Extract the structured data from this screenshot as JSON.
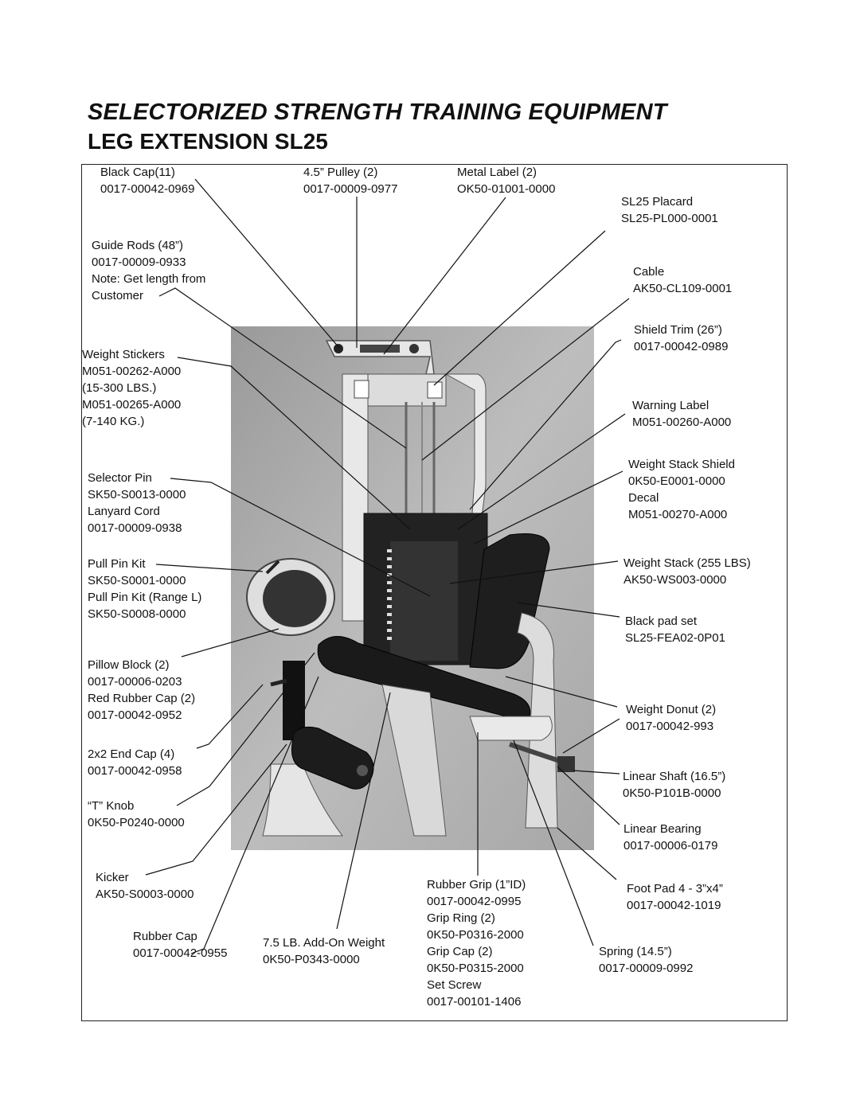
{
  "heading": {
    "line1": "SELECTORIZED STRENGTH TRAINING EQUIPMENT",
    "line2": "LEG EXTENSION SL25"
  },
  "parts": {
    "black_cap": {
      "name": "Black Cap(11)",
      "num": "0017-00042-0969"
    },
    "pulley": {
      "name": "4.5” Pulley (2)",
      "num": "0017-00009-0977"
    },
    "metal_label": {
      "name": "Metal Label (2)",
      "num": "OK50-01001-0000"
    },
    "placard": {
      "name": "SL25 Placard",
      "num": "SL25-PL000-0001"
    },
    "guide_rods": {
      "name": "Guide Rods (48”)",
      "num": "0017-00009-0933",
      "note1": "Note: Get length from",
      "note2": "Customer"
    },
    "cable": {
      "name": "Cable",
      "num": "AK50-CL109-0001"
    },
    "shield_trim": {
      "name": "Shield Trim (26”)",
      "num": "0017-00042-0989"
    },
    "weight_stickers": {
      "name": "Weight Stickers",
      "num1": "M051-00262-A000",
      "range1": "(15-300 LBS.)",
      "num2": "M051-00265-A000",
      "range2": "(7-140 KG.)"
    },
    "warning_label": {
      "name": "Warning Label",
      "num": "M051-00260-A000"
    },
    "weight_stack_shield": {
      "name": "Weight Stack Shield",
      "num": "0K50-E0001-0000",
      "decal": "Decal",
      "decal_num": "M051-00270-A000"
    },
    "selector_pin": {
      "name": "Selector Pin",
      "num": "SK50-S0013-0000",
      "lanyard": "Lanyard Cord",
      "lanyard_num": "0017-00009-0938"
    },
    "pull_pin": {
      "name": "Pull Pin Kit",
      "num": "SK50-S0001-0000",
      "range_l": "Pull Pin Kit (Range L)",
      "range_l_num": "SK50-S0008-0000"
    },
    "weight_stack": {
      "name": "Weight Stack (255 LBS)",
      "num": "AK50-WS003-0000"
    },
    "back_pad": {
      "name": "Black pad set",
      "num": "SL25-FEA02-0P01"
    },
    "pillow_block": {
      "name": "Pillow Block (2)",
      "num": "0017-00006-0203",
      "red_cap": "Red Rubber Cap (2)",
      "red_cap_num": "0017-00042-0952"
    },
    "weight_donut": {
      "name": "Weight Donut (2)",
      "num": "0017-00042-993"
    },
    "end_cap": {
      "name": "2x2 End Cap (4)",
      "num": "0017-00042-0958"
    },
    "linear_shaft": {
      "name": "Linear Shaft (16.5”)",
      "num": "0K50-P101B-0000"
    },
    "t_knob": {
      "name": "“T” Knob",
      "num": "0K50-P0240-0000"
    },
    "linear_bearing": {
      "name": "Linear Bearing",
      "num": "0017-00006-0179"
    },
    "kicker": {
      "name": "Kicker",
      "num": "AK50-S0003-0000"
    },
    "rubber_grip": {
      "name": "Rubber Grip (1”ID)",
      "num": "0017-00042-0995",
      "grip_ring": "Grip Ring (2)",
      "grip_ring_num": "0K50-P0316-2000",
      "grip_cap": "Grip Cap (2)",
      "grip_cap_num": "0K50-P0315-2000",
      "set_screw": "Set Screw",
      "set_screw_num": "0017-00101-1406"
    },
    "foot_pad": {
      "name": "Foot Pad 4 - 3”x4”",
      "num": "0017-00042-1019"
    },
    "rubber_cap": {
      "name": "Rubber Cap",
      "num": "0017-00042-0955"
    },
    "add_on_weight": {
      "name": "7.5 LB. Add-On Weight",
      "num": "0K50-P0343-0000"
    },
    "spring": {
      "name": "Spring (14.5”)",
      "num": "0017-00009-0992"
    }
  }
}
